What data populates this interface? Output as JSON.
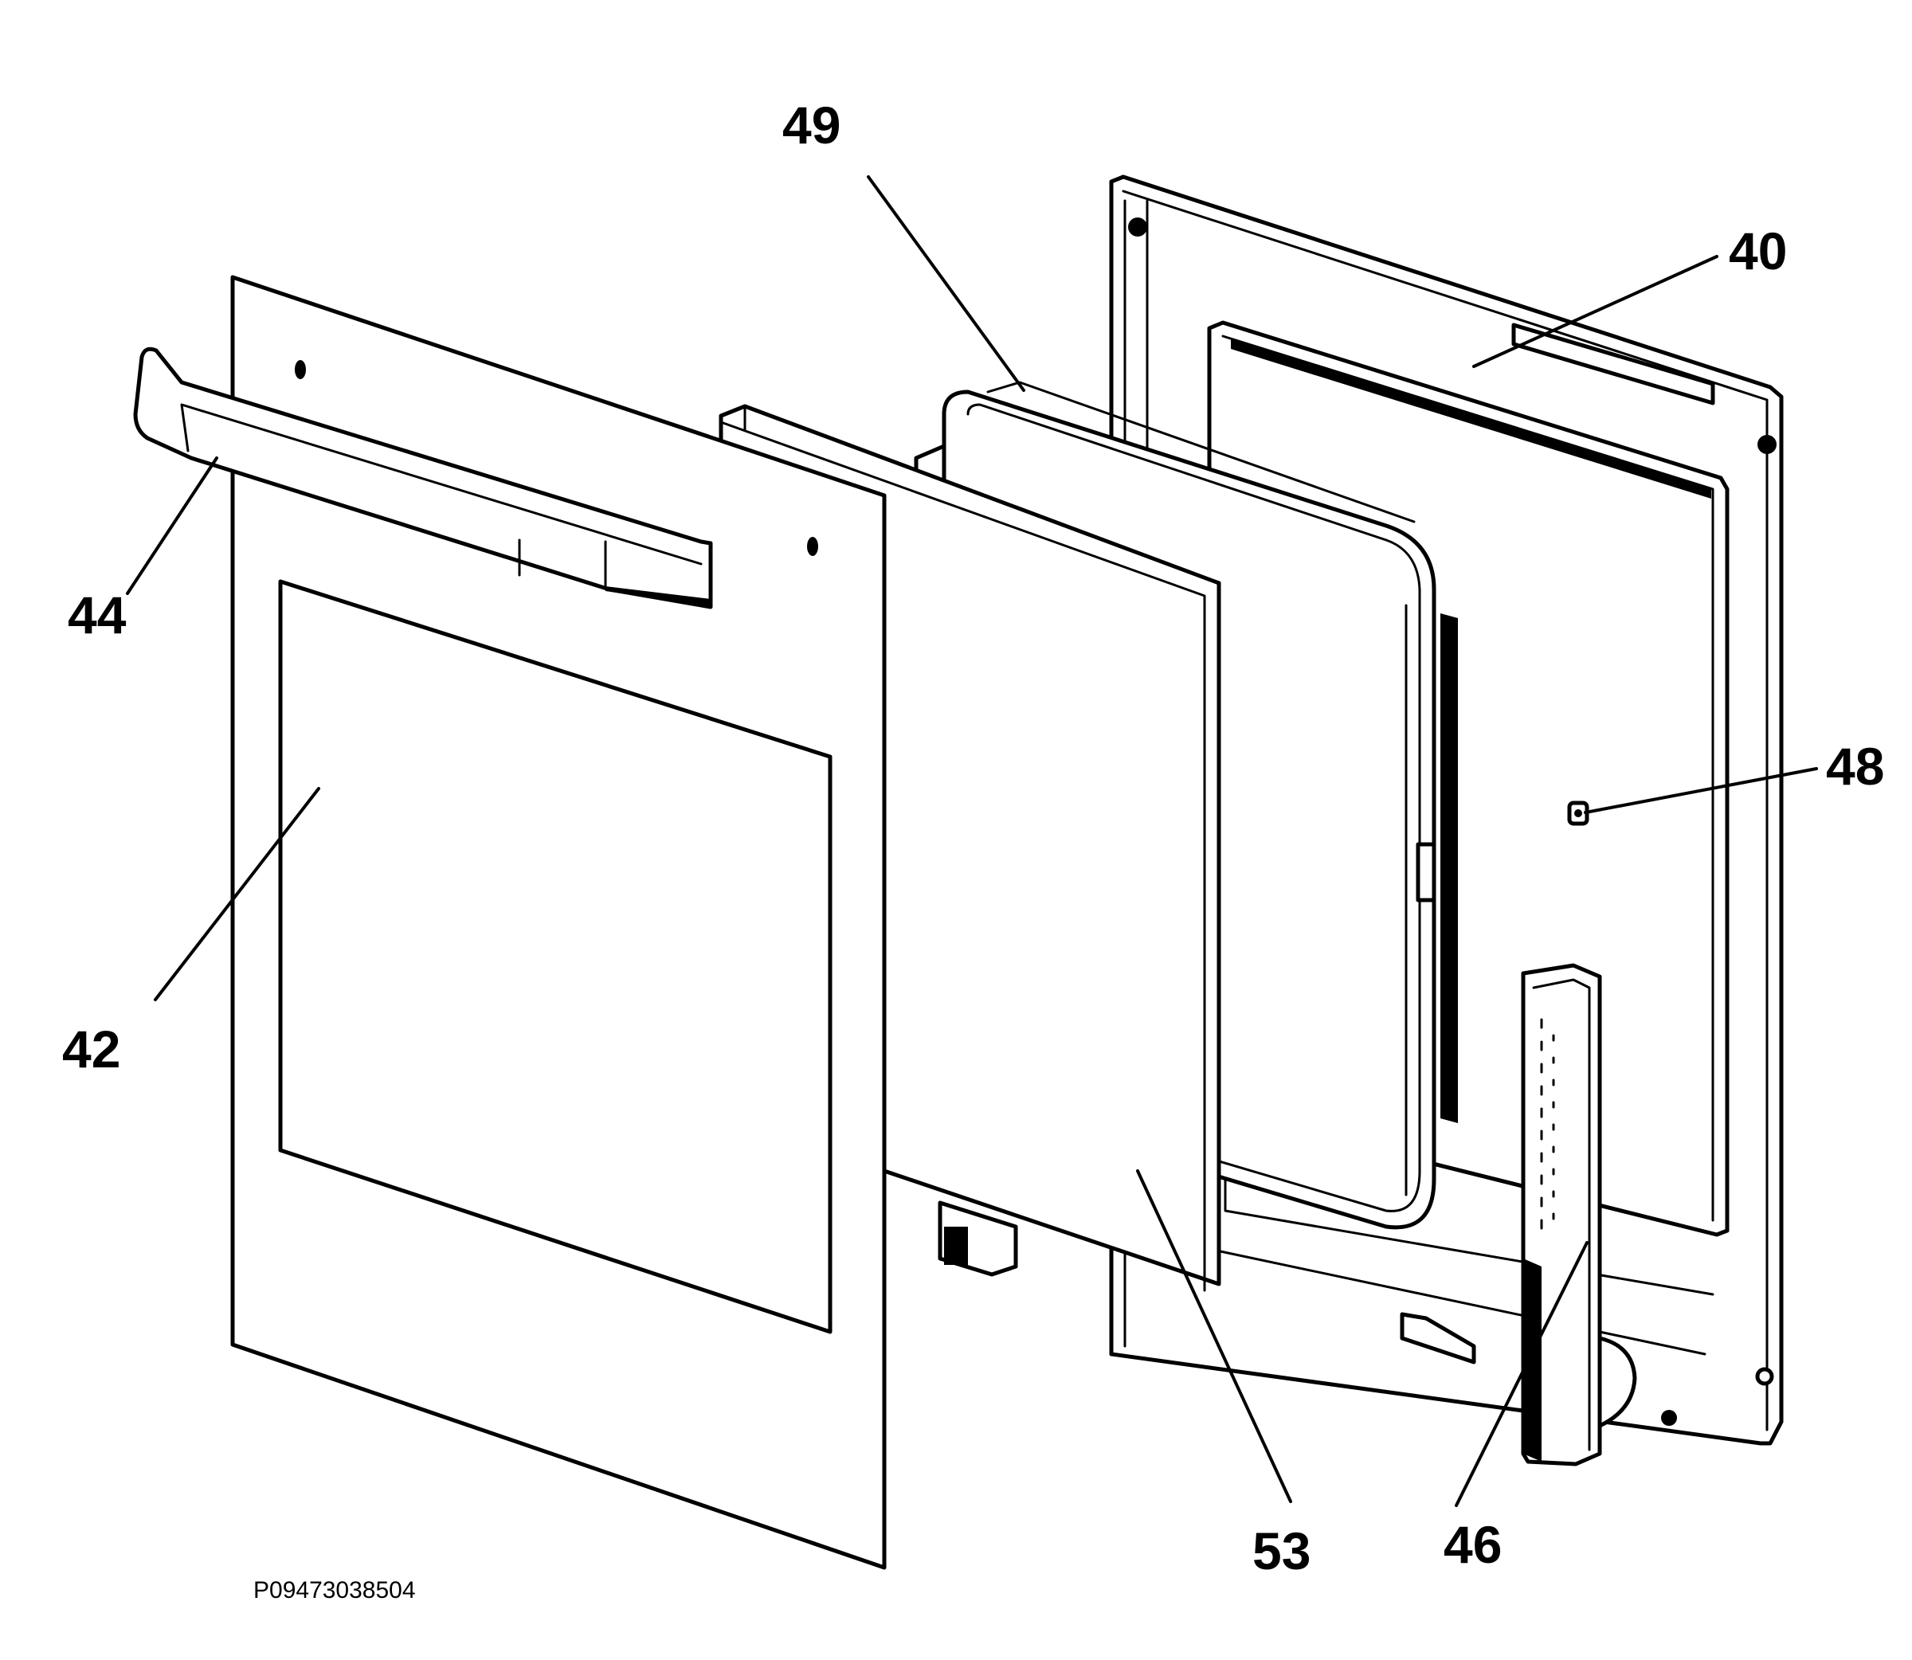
{
  "callouts": {
    "c40": "40",
    "c42": "42",
    "c44": "44",
    "c46": "46",
    "c48": "48",
    "c49": "49",
    "c53": "53"
  },
  "reference": "P09473038504",
  "colors": {
    "line": "#000000",
    "background": "#ffffff"
  }
}
